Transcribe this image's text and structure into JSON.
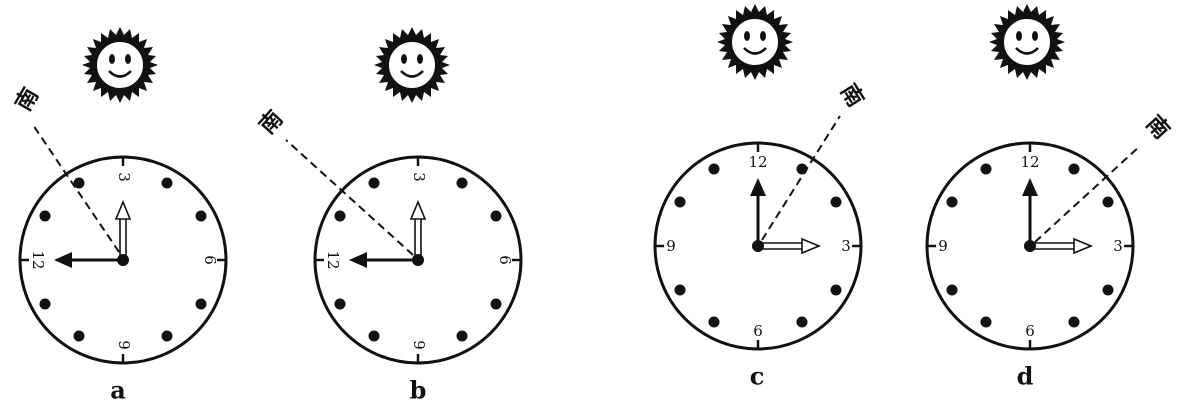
{
  "panels": [
    {
      "caption": "a",
      "south_label": "南",
      "face_numbers": {
        "top": "3",
        "left": "12",
        "right": "6",
        "bottom": "9"
      }
    },
    {
      "caption": "b",
      "south_label": "南",
      "face_numbers": {
        "top": "3",
        "left": "12",
        "right": "6",
        "bottom": "9"
      }
    },
    {
      "caption": "c",
      "south_label": "南",
      "face_numbers": {
        "top": "12",
        "left": "9",
        "right": "3",
        "bottom": "6"
      }
    },
    {
      "caption": "d",
      "south_label": "南",
      "face_numbers": {
        "top": "12",
        "left": "9",
        "right": "3",
        "bottom": "6"
      }
    }
  ],
  "icons": {
    "sun": "smiling-sun-icon"
  },
  "colors": {
    "ink": "#111111",
    "background": "#ffffff"
  }
}
